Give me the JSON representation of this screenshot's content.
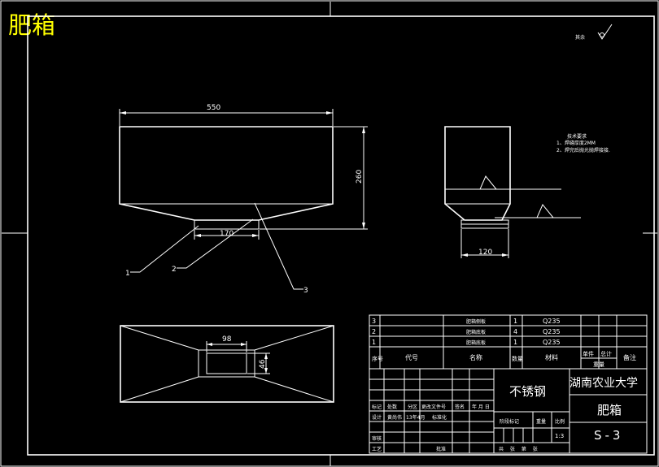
{
  "title": "肥箱",
  "roughness_note": "其余",
  "front_view": {
    "dim_width": "550",
    "dim_height": "260",
    "dim_bottom": "170",
    "leaders": [
      "1",
      "2",
      "3"
    ]
  },
  "side_view": {
    "dim_width": "120"
  },
  "bottom_view": {
    "dim_width": "98",
    "dim_height": "46"
  },
  "tech_req": {
    "heading": "技术要求",
    "items": [
      "1、焊缝厚度2MM",
      "2、焊完后抛光抛焊接接."
    ]
  },
  "parts_list": {
    "rows": [
      {
        "no": "3",
        "name": "肥箱侧板",
        "qty": "1",
        "material": "Q235"
      },
      {
        "no": "2",
        "name": "肥箱底板",
        "qty": "4",
        "material": "Q235"
      },
      {
        "no": "1",
        "name": "肥箱底板",
        "qty": "1",
        "material": "Q235"
      }
    ],
    "header": {
      "no": "序号",
      "code": "代号",
      "name": "名称",
      "qty": "数量",
      "material": "材料",
      "unit_weight": "单件",
      "total_weight": "总计",
      "weight": "重量",
      "remark": "备注"
    }
  },
  "title_block": {
    "material_big": "不锈钢",
    "org": "湖南农业大学",
    "part_name": "肥箱",
    "drawing_no": "S-3",
    "scale": "1:3",
    "stage_mark": "阶段标记",
    "weight": "重量",
    "scale_label": "比例",
    "sheets": "共  张  第  张",
    "row_labels": [
      "标记",
      "设计",
      "审核",
      "工艺"
    ],
    "col_labels": [
      "处数",
      "分区",
      "更改文件号",
      "签名",
      "年 月 日"
    ],
    "designer": "黄尚伟",
    "date": "13年4月",
    "standardize": "标准化",
    "approve": "批准"
  }
}
